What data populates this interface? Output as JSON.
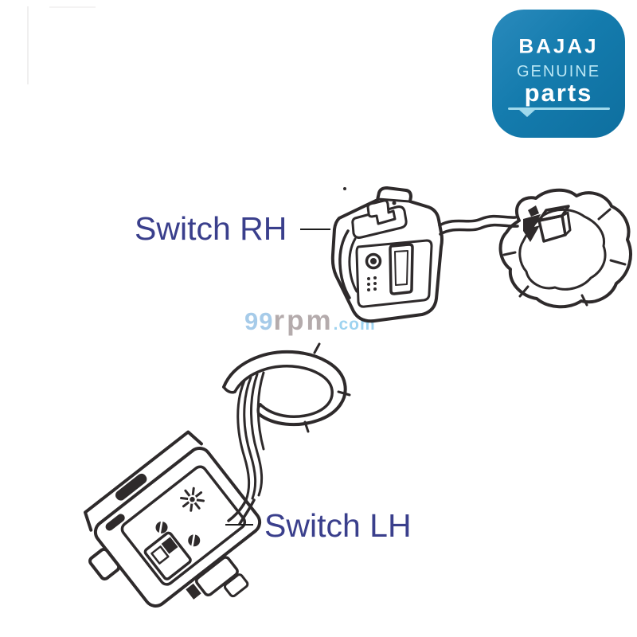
{
  "labels": {
    "switch_rh": "Switch RH",
    "switch_lh": "Switch LH"
  },
  "watermark": {
    "prefix": "99",
    "brand": "rpm",
    "suffix": ".com"
  },
  "logo": {
    "brand": "BAJAJ",
    "tagline_top": "GENUINE",
    "tagline_bottom": "parts"
  },
  "colors": {
    "logo_background": "#147BAD",
    "logo_accent": "#9FD9EC",
    "logo_text": "#FFFFFF",
    "label_text": "#3A3F8C",
    "watermark_blue": "#A6CBE9",
    "watermark_gray": "#B4ABAC",
    "line_art": "#2E2A2B",
    "background": "#FFFFFF"
  }
}
